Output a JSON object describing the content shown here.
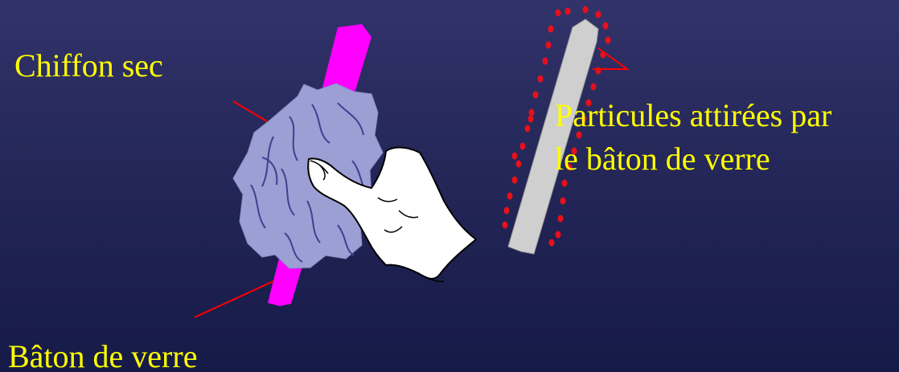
{
  "labels": {
    "dry_cloth": "Chiffon sec",
    "glass_rod": "Bâton de verre",
    "particles_line1": "Particules attirées par",
    "particles_line2": "le bâton de verre"
  },
  "colors": {
    "text": "#ffff00",
    "leader_lines": "#ff0000",
    "glass_rod": "#ff00ff",
    "cloth": "#9b9fd3",
    "charged_rod": "#cfcfcf",
    "particles": "#e8101c"
  }
}
